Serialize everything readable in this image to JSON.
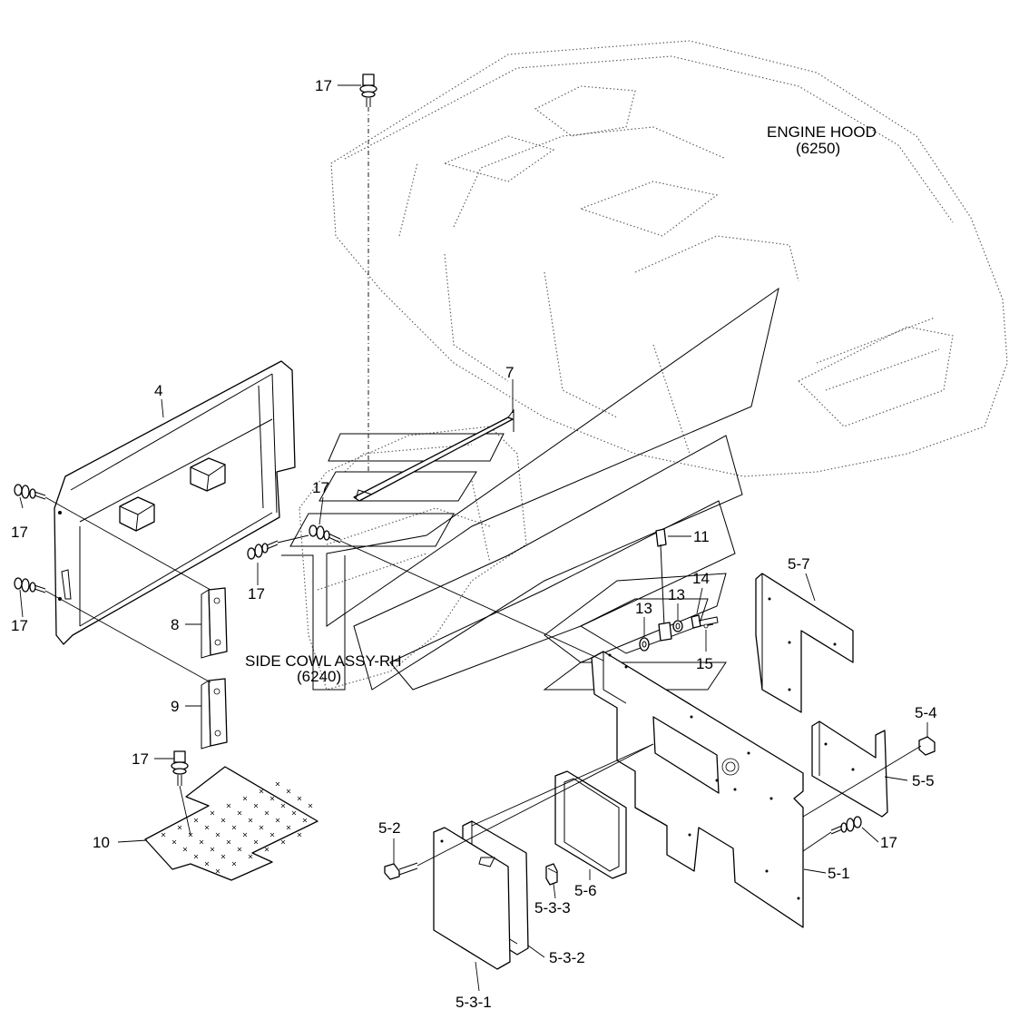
{
  "diagram": {
    "assembly_labels": {
      "engine_hood_name": "ENGINE HOOD",
      "engine_hood_code": "(6250)",
      "side_cowl_name": "SIDE COWL ASSY-RH",
      "side_cowl_code": "(6240)"
    },
    "callouts": {
      "bolt_top": "17",
      "bolt_left_upper": "17",
      "bolt_left_lower": "17",
      "bolt_mid_a": "17",
      "bolt_mid_b": "17",
      "bolt_plate": "17",
      "bolt_right": "17",
      "cover_4": "4",
      "rod_7": "7",
      "bracket_8": "8",
      "bracket_9": "9",
      "plate_10": "10",
      "bar_11": "11",
      "washer_13a": "13",
      "washer_13b": "13",
      "bolt_14": "14",
      "pin_15": "15",
      "panel_5_1": "5-1",
      "bolt_5_2": "5-2",
      "door_5_3_1": "5-3-1",
      "frame_5_3_2": "5-3-2",
      "knob_5_3_3": "5-3-3",
      "nut_5_4": "5-4",
      "pad_5_5": "5-5",
      "seal_5_6": "5-6",
      "pad_5_7": "5-7"
    }
  }
}
